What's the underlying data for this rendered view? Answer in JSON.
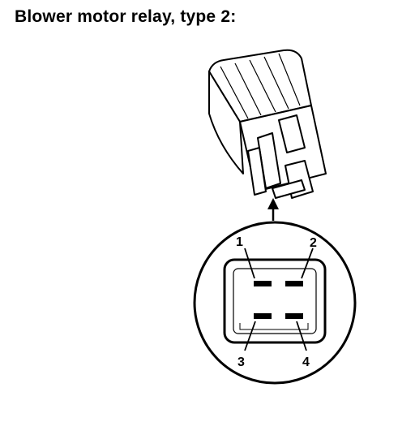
{
  "title": "Blower motor relay, type 2:",
  "pins": [
    {
      "label": "1"
    },
    {
      "label": "2"
    },
    {
      "label": "3"
    },
    {
      "label": "4"
    }
  ]
}
